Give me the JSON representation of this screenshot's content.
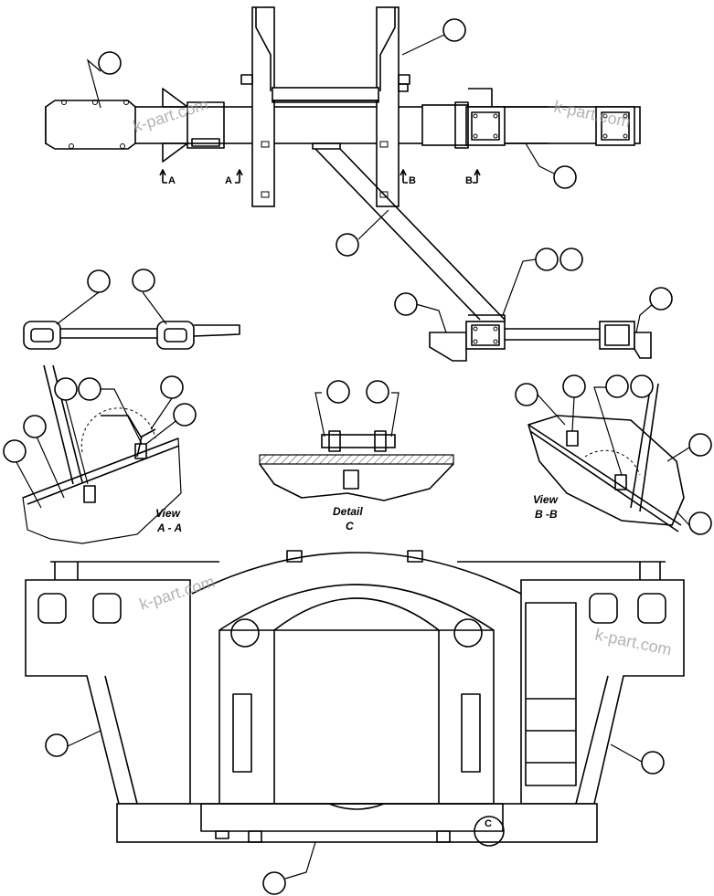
{
  "watermark": {
    "text": "k-part.com",
    "color": "#9a9a9a"
  },
  "view_labels": {
    "view_aa_line1": "View",
    "view_aa_line2": "A - A",
    "detail_c_line1": "Detail",
    "detail_c_line2": "C",
    "view_bb_line1": "View",
    "view_bb_line2": "B -B"
  },
  "section_markers": {
    "a_left": "A",
    "a_right": "A",
    "b_left": "B",
    "b_right": "B",
    "detail_c": "C"
  },
  "colors": {
    "line": "#000000",
    "background": "#ffffff"
  }
}
